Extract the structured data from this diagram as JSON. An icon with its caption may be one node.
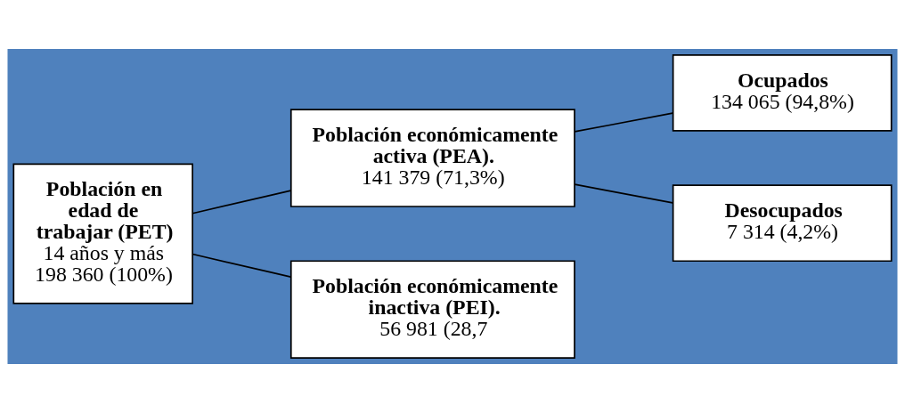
{
  "diagram": {
    "nodes": [
      {
        "text": [
          "Población en edad de trabajar (PET)",
          "14 años y más",
          "198 360 (100%)"
        ]
      },
      {
        "text": [
          "Población económicamente activa (PEA).",
          "141 379 (71,3%)"
        ]
      },
      {
        "text": [
          "Población económicamente inactiva (PEI).",
          "56 981 (28,7"
        ]
      },
      {
        "text": [
          "Ocupados",
          "134 065 (94,8%)"
        ]
      },
      {
        "text": [
          "Desocupados",
          "7 314 (4,2%)"
        ]
      }
    ],
    "edges": [
      {
        "from": 0,
        "to": 1,
        "arrow": "none"
      },
      {
        "from": 0,
        "to": 2,
        "arrow": "none"
      },
      {
        "from": 1,
        "to": 3,
        "arrow": "none"
      },
      {
        "from": 1,
        "to": 4,
        "arrow": "none"
      }
    ]
  }
}
